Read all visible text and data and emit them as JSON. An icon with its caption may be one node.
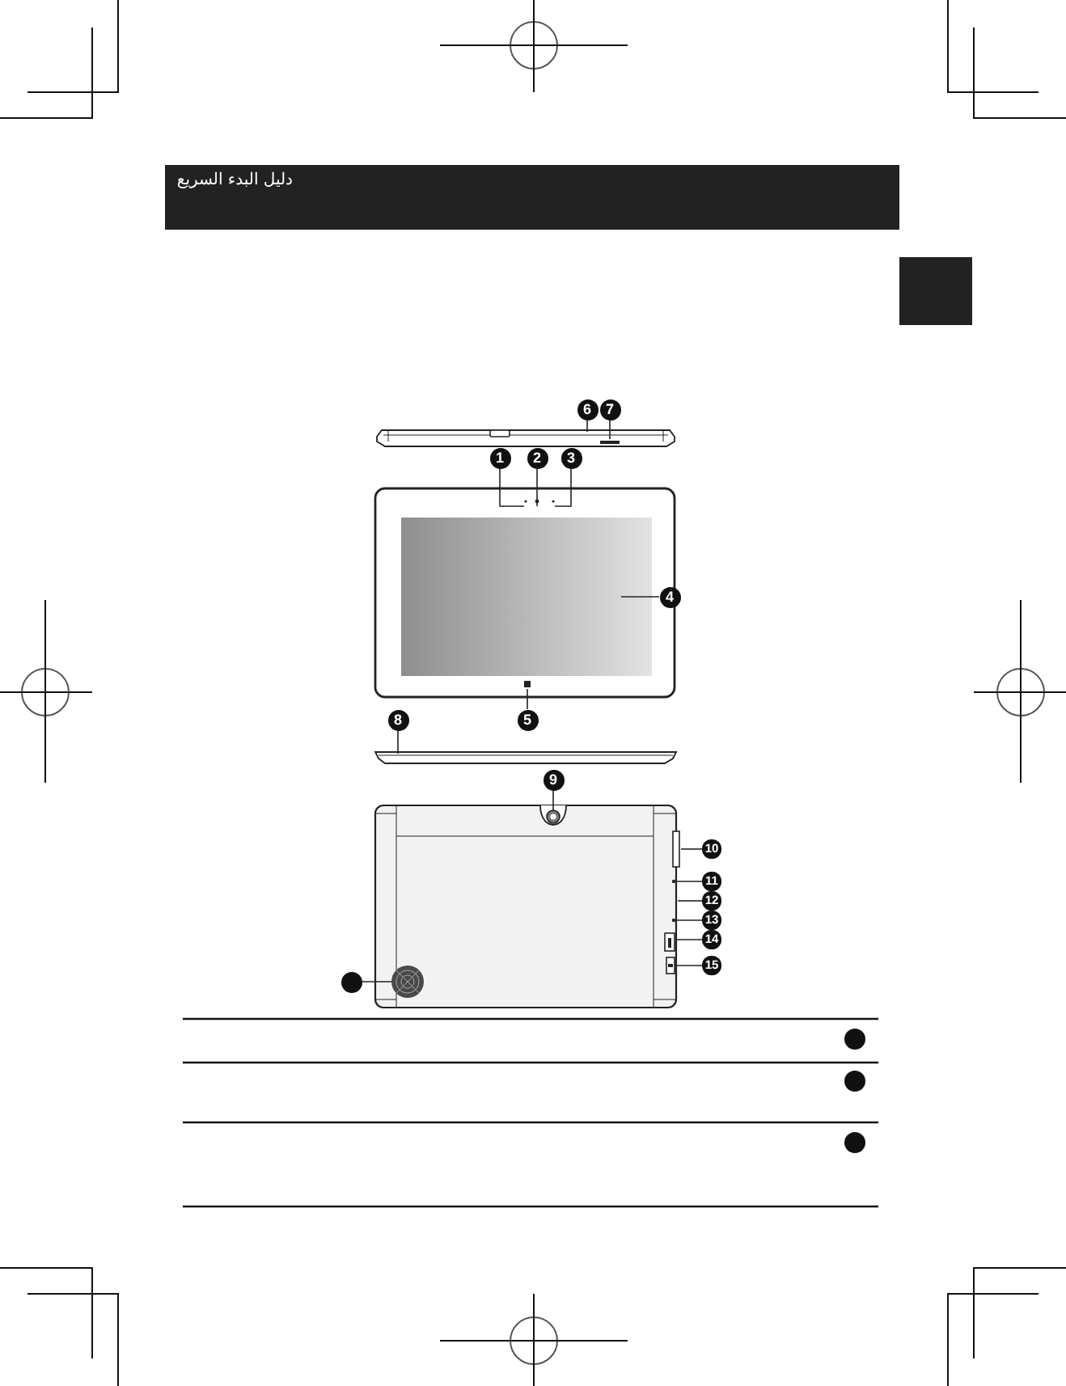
{
  "diagram": {
    "title": "دليل البدء السريع",
    "nodes": [
      {
        "text": [
          "6"
        ]
      },
      {
        "text": [
          "7"
        ]
      },
      {
        "text": [],
        "shape": "picture"
      },
      {
        "text": [
          "1"
        ]
      },
      {
        "text": [
          "2"
        ]
      },
      {
        "text": [
          "3"
        ]
      },
      {
        "text": [],
        "shape": "picture"
      },
      {
        "text": [
          "4"
        ]
      },
      {
        "text": [
          "8"
        ]
      },
      {
        "text": [
          "5"
        ]
      },
      {
        "text": [],
        "shape": "picture"
      },
      {
        "text": [
          "9"
        ]
      },
      {
        "text": [],
        "shape": "picture"
      },
      {
        "text": [
          "10"
        ]
      },
      {
        "text": [
          "11"
        ]
      },
      {
        "text": [
          "12"
        ]
      },
      {
        "text": [
          "13"
        ]
      },
      {
        "text": [
          "14"
        ]
      },
      {
        "text": [
          "15"
        ]
      },
      {
        "text": [],
        "shape": "circle"
      },
      {
        "text": [],
        "shape": "circle"
      },
      {
        "text": [],
        "shape": "circle"
      },
      {
        "text": [],
        "shape": "circle"
      }
    ],
    "edges": [
      {
        "from": 0,
        "to": 2,
        "arrow": "none"
      },
      {
        "from": 1,
        "to": 2,
        "arrow": "none"
      },
      {
        "from": 3,
        "to": 6,
        "arrow": "none"
      },
      {
        "from": 4,
        "to": 6,
        "arrow": "none"
      },
      {
        "from": 5,
        "to": 6,
        "arrow": "none"
      },
      {
        "from": 7,
        "to": 6,
        "arrow": "none"
      },
      {
        "from": 8,
        "to": 10,
        "arrow": "none"
      },
      {
        "from": 9,
        "to": 6,
        "arrow": "none"
      },
      {
        "from": 11,
        "to": 12,
        "arrow": "none"
      },
      {
        "from": 13,
        "to": 12,
        "arrow": "none"
      },
      {
        "from": 14,
        "to": 12,
        "arrow": "none"
      },
      {
        "from": 15,
        "to": 12,
        "arrow": "none"
      },
      {
        "from": 16,
        "to": 12,
        "arrow": "none"
      },
      {
        "from": 17,
        "to": 12,
        "arrow": "none"
      },
      {
        "from": 18,
        "to": 12,
        "arrow": "none"
      },
      {
        "from": 19,
        "to": 12,
        "arrow": "none"
      }
    ]
  }
}
